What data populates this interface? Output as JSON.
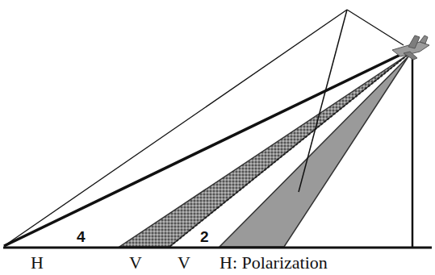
{
  "diagram": {
    "labels": [
      "4",
      "2",
      "H",
      "V",
      "V",
      "H: Polarization"
    ]
  }
}
